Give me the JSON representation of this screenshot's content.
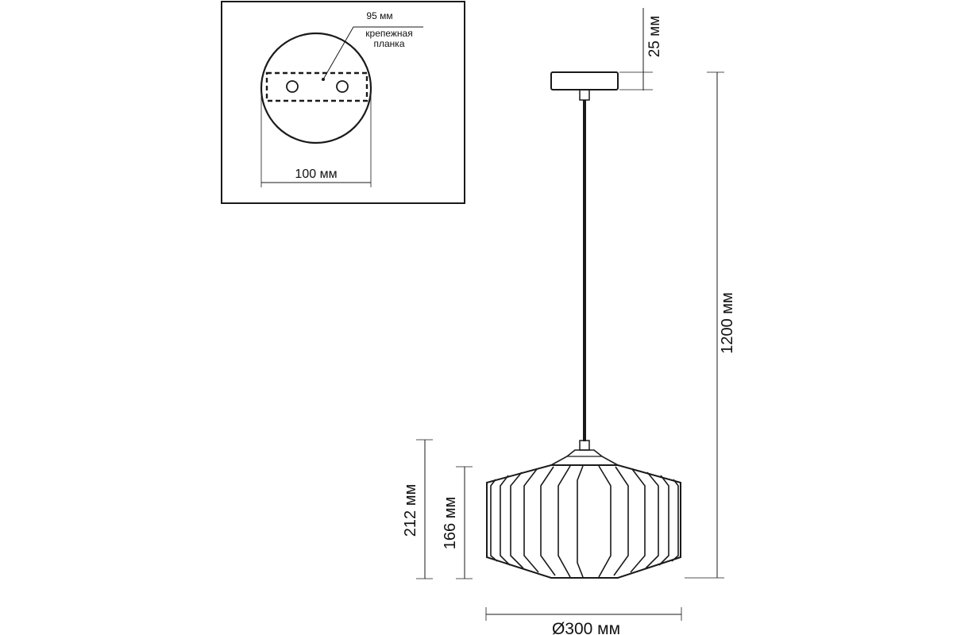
{
  "mount_detail": {
    "plate_width_label": "95 мм",
    "plate_name_line1": "крепежная",
    "plate_name_line2": "планка",
    "canopy_diameter_label": "100 мм"
  },
  "dimensions": {
    "canopy_height_label": "25 мм",
    "total_height_label": "1200 мм",
    "shade_total_height_label": "212 мм",
    "shade_body_height_label": "166 мм",
    "shade_diameter_label": "Ø300 мм"
  }
}
